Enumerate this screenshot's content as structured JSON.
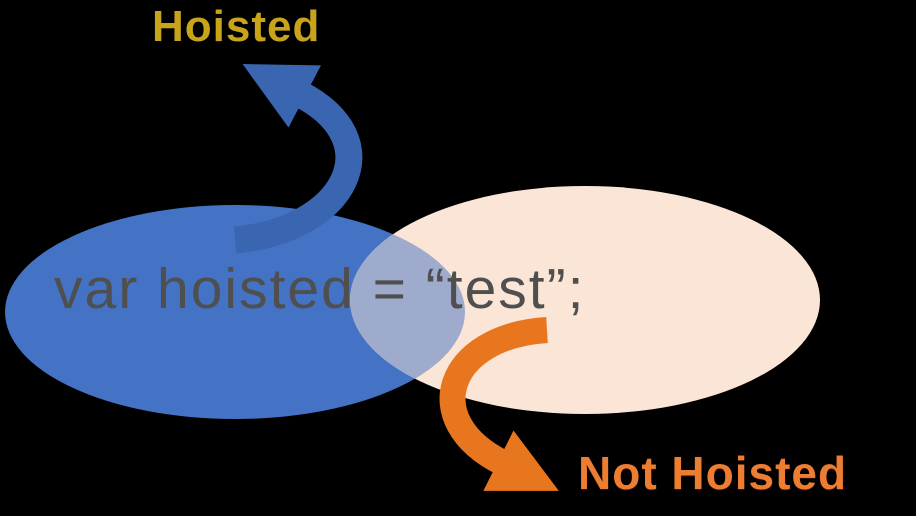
{
  "canvas": {
    "background": "#000000"
  },
  "labels": {
    "hoisted": "Hoisted",
    "not_hoisted": "Not Hoisted"
  },
  "code": {
    "text": "var hoisted = “test”;"
  },
  "colors": {
    "background": "#000000",
    "blue_ellipse": "#4472C4",
    "cream_ellipse": "#FBE5D6",
    "overlap_region": "#9FABCD",
    "blue_arrow": "#3A65B0",
    "orange_arrow": "#E8761F",
    "hoisted_label": "#C8A41B",
    "not_hoisted_label": "#ED7D31",
    "code_text": "#4F4F4F"
  },
  "icons": {
    "hoisted_arrow": "curved-swoosh-arrow-up",
    "not_hoisted_arrow": "curved-swoosh-arrow-down"
  }
}
